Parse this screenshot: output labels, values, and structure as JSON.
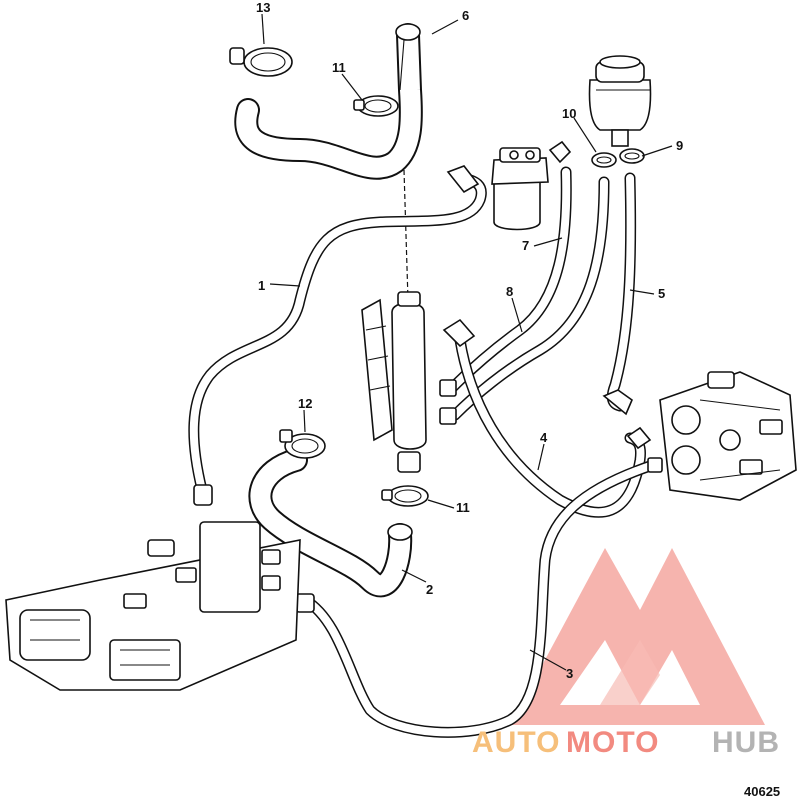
{
  "diagram": {
    "callouts": [
      "1",
      "2",
      "3",
      "4",
      "5",
      "6",
      "7",
      "8",
      "9",
      "10",
      "11",
      "11",
      "12",
      "13"
    ],
    "figure_number": "40625"
  },
  "watermark": {
    "part1": "AUTO",
    "part2": "MOTO",
    "part3": "HUB",
    "colors": {
      "auto": "#f6bf7a",
      "moto": "#f28a80",
      "hub": "#b3b3b3",
      "logo": "#f28a80"
    }
  }
}
